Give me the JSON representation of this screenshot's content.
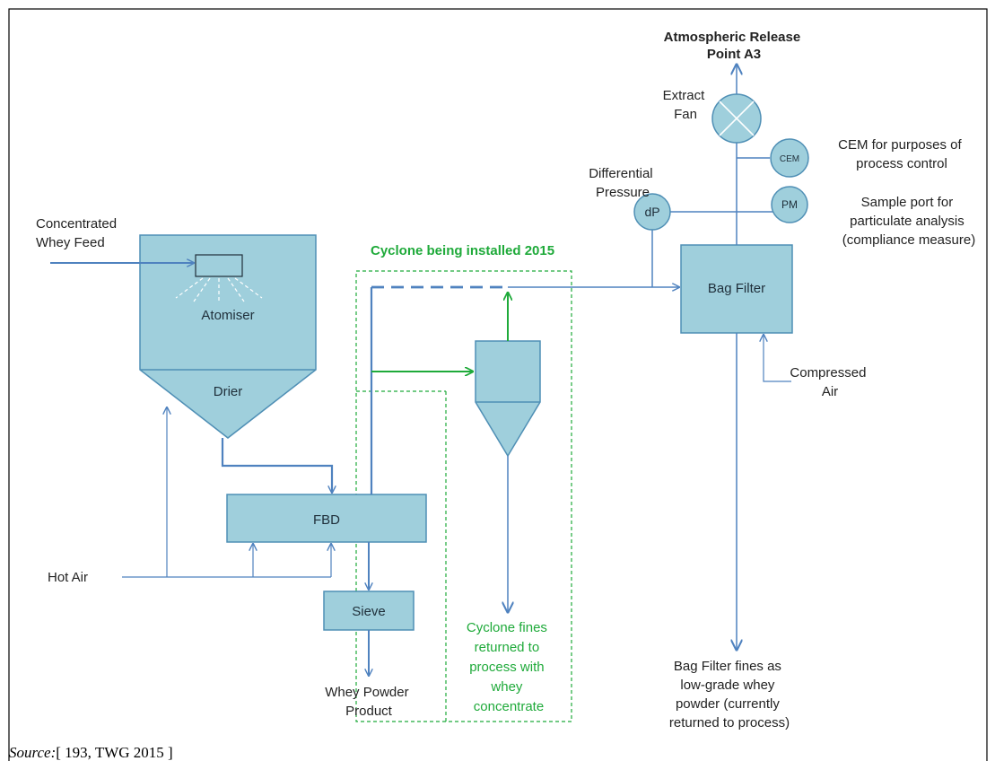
{
  "colors": {
    "equipment_fill": "#9fcfdc",
    "equipment_stroke": "#4f8fb5",
    "flow_line": "#4f82bf",
    "cyclone_green": "#1faa3a",
    "frame": "#000000"
  },
  "labels": {
    "concentrated_whey_feed": [
      "Concentrated",
      "Whey Feed"
    ],
    "atomiser": "Atomiser",
    "drier": "Drier",
    "fbd": "FBD",
    "sieve": "Sieve",
    "whey_powder_product": [
      "Whey Powder",
      "Product"
    ],
    "hot_air": "Hot Air",
    "cyclone_installed": "Cyclone being installed 2015",
    "cyclone_fines": [
      "Cyclone fines",
      "returned to",
      "process with",
      "whey",
      "concentrate"
    ],
    "bag_filter": "Bag Filter",
    "compressed_air": [
      "Compressed",
      "Air"
    ],
    "bag_filter_fines": [
      "Bag Filter fines as",
      "low-grade whey",
      "powder (currently",
      "returned to process)"
    ],
    "atmospheric_release": [
      "Atmospheric Release",
      "Point A3"
    ],
    "extract_fan": [
      "Extract",
      "Fan"
    ],
    "differential_pressure": [
      "Differential",
      "Pressure"
    ],
    "dp": "dP",
    "cem": "CEM",
    "pm": "PM",
    "cem_desc": [
      "CEM for purposes of",
      "process control"
    ],
    "pm_desc": [
      "Sample port for",
      "particulate analysis",
      "(compliance measure)"
    ]
  },
  "source": {
    "prefix": "Source:",
    "text": "[ 193, TWG 2015 ]"
  }
}
